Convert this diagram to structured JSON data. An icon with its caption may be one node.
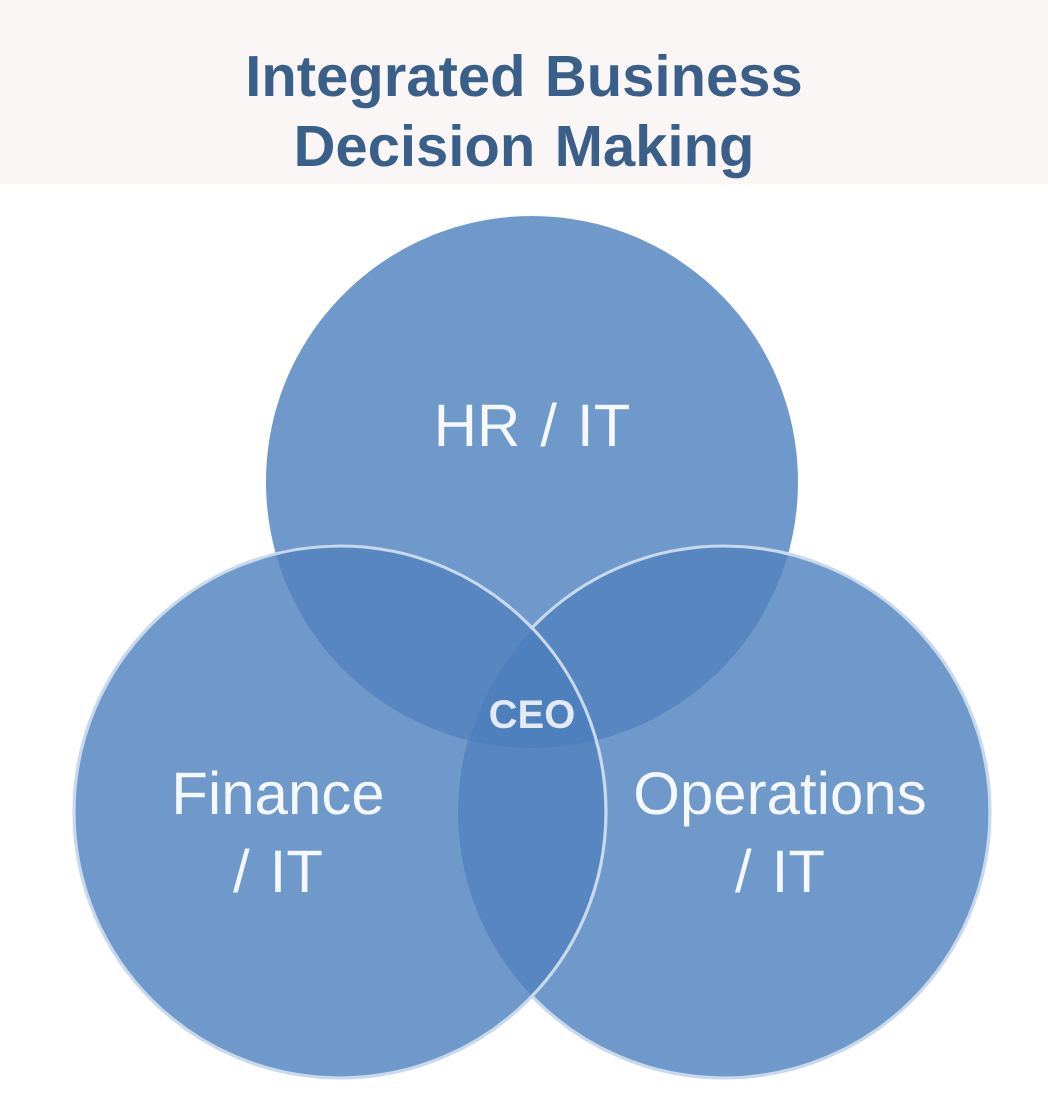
{
  "diagram": {
    "title": "Integrated Business Decision Making",
    "nodes": [
      {
        "text": [
          "HR / IT"
        ]
      },
      {
        "text": [
          "Finance / IT"
        ]
      },
      {
        "text": [
          "Operations / IT"
        ]
      },
      {
        "text": [
          "CEO"
        ]
      }
    ]
  }
}
